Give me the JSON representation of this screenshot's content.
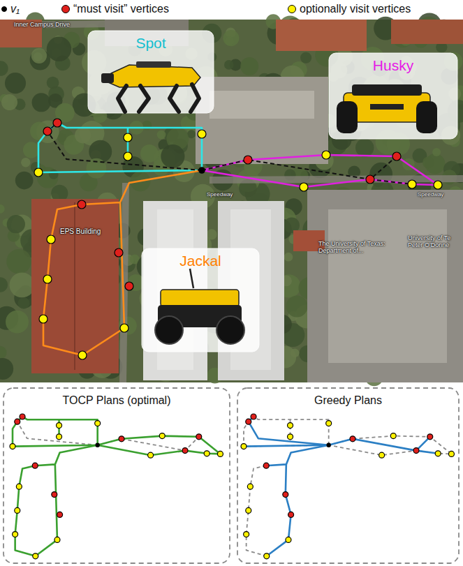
{
  "diagram": {
    "nodes": [
      {
        "text": [
          "Spot"
        ]
      },
      {
        "text": [
          "Husky"
        ]
      },
      {
        "text": [
          "Jackal"
        ]
      },
      {
        "text": [
          "TOCP Plans (optimal)"
        ]
      },
      {
        "text": [
          "Greedy Plans"
        ]
      }
    ],
    "labels": [
      "Inner Campus Drive",
      "Speedway",
      "Speedway",
      "EPS Building",
      "The University of Texas: Department of...",
      "University of Te Peter O'Donne"
    ],
    "legend": [
      {
        "text": "v₁",
        "color": "#000000"
      },
      {
        "text": "“must visit” vertices",
        "color": "#e0201c"
      },
      {
        "text": "optionally visit vertices",
        "color": "#fff200"
      }
    ]
  }
}
